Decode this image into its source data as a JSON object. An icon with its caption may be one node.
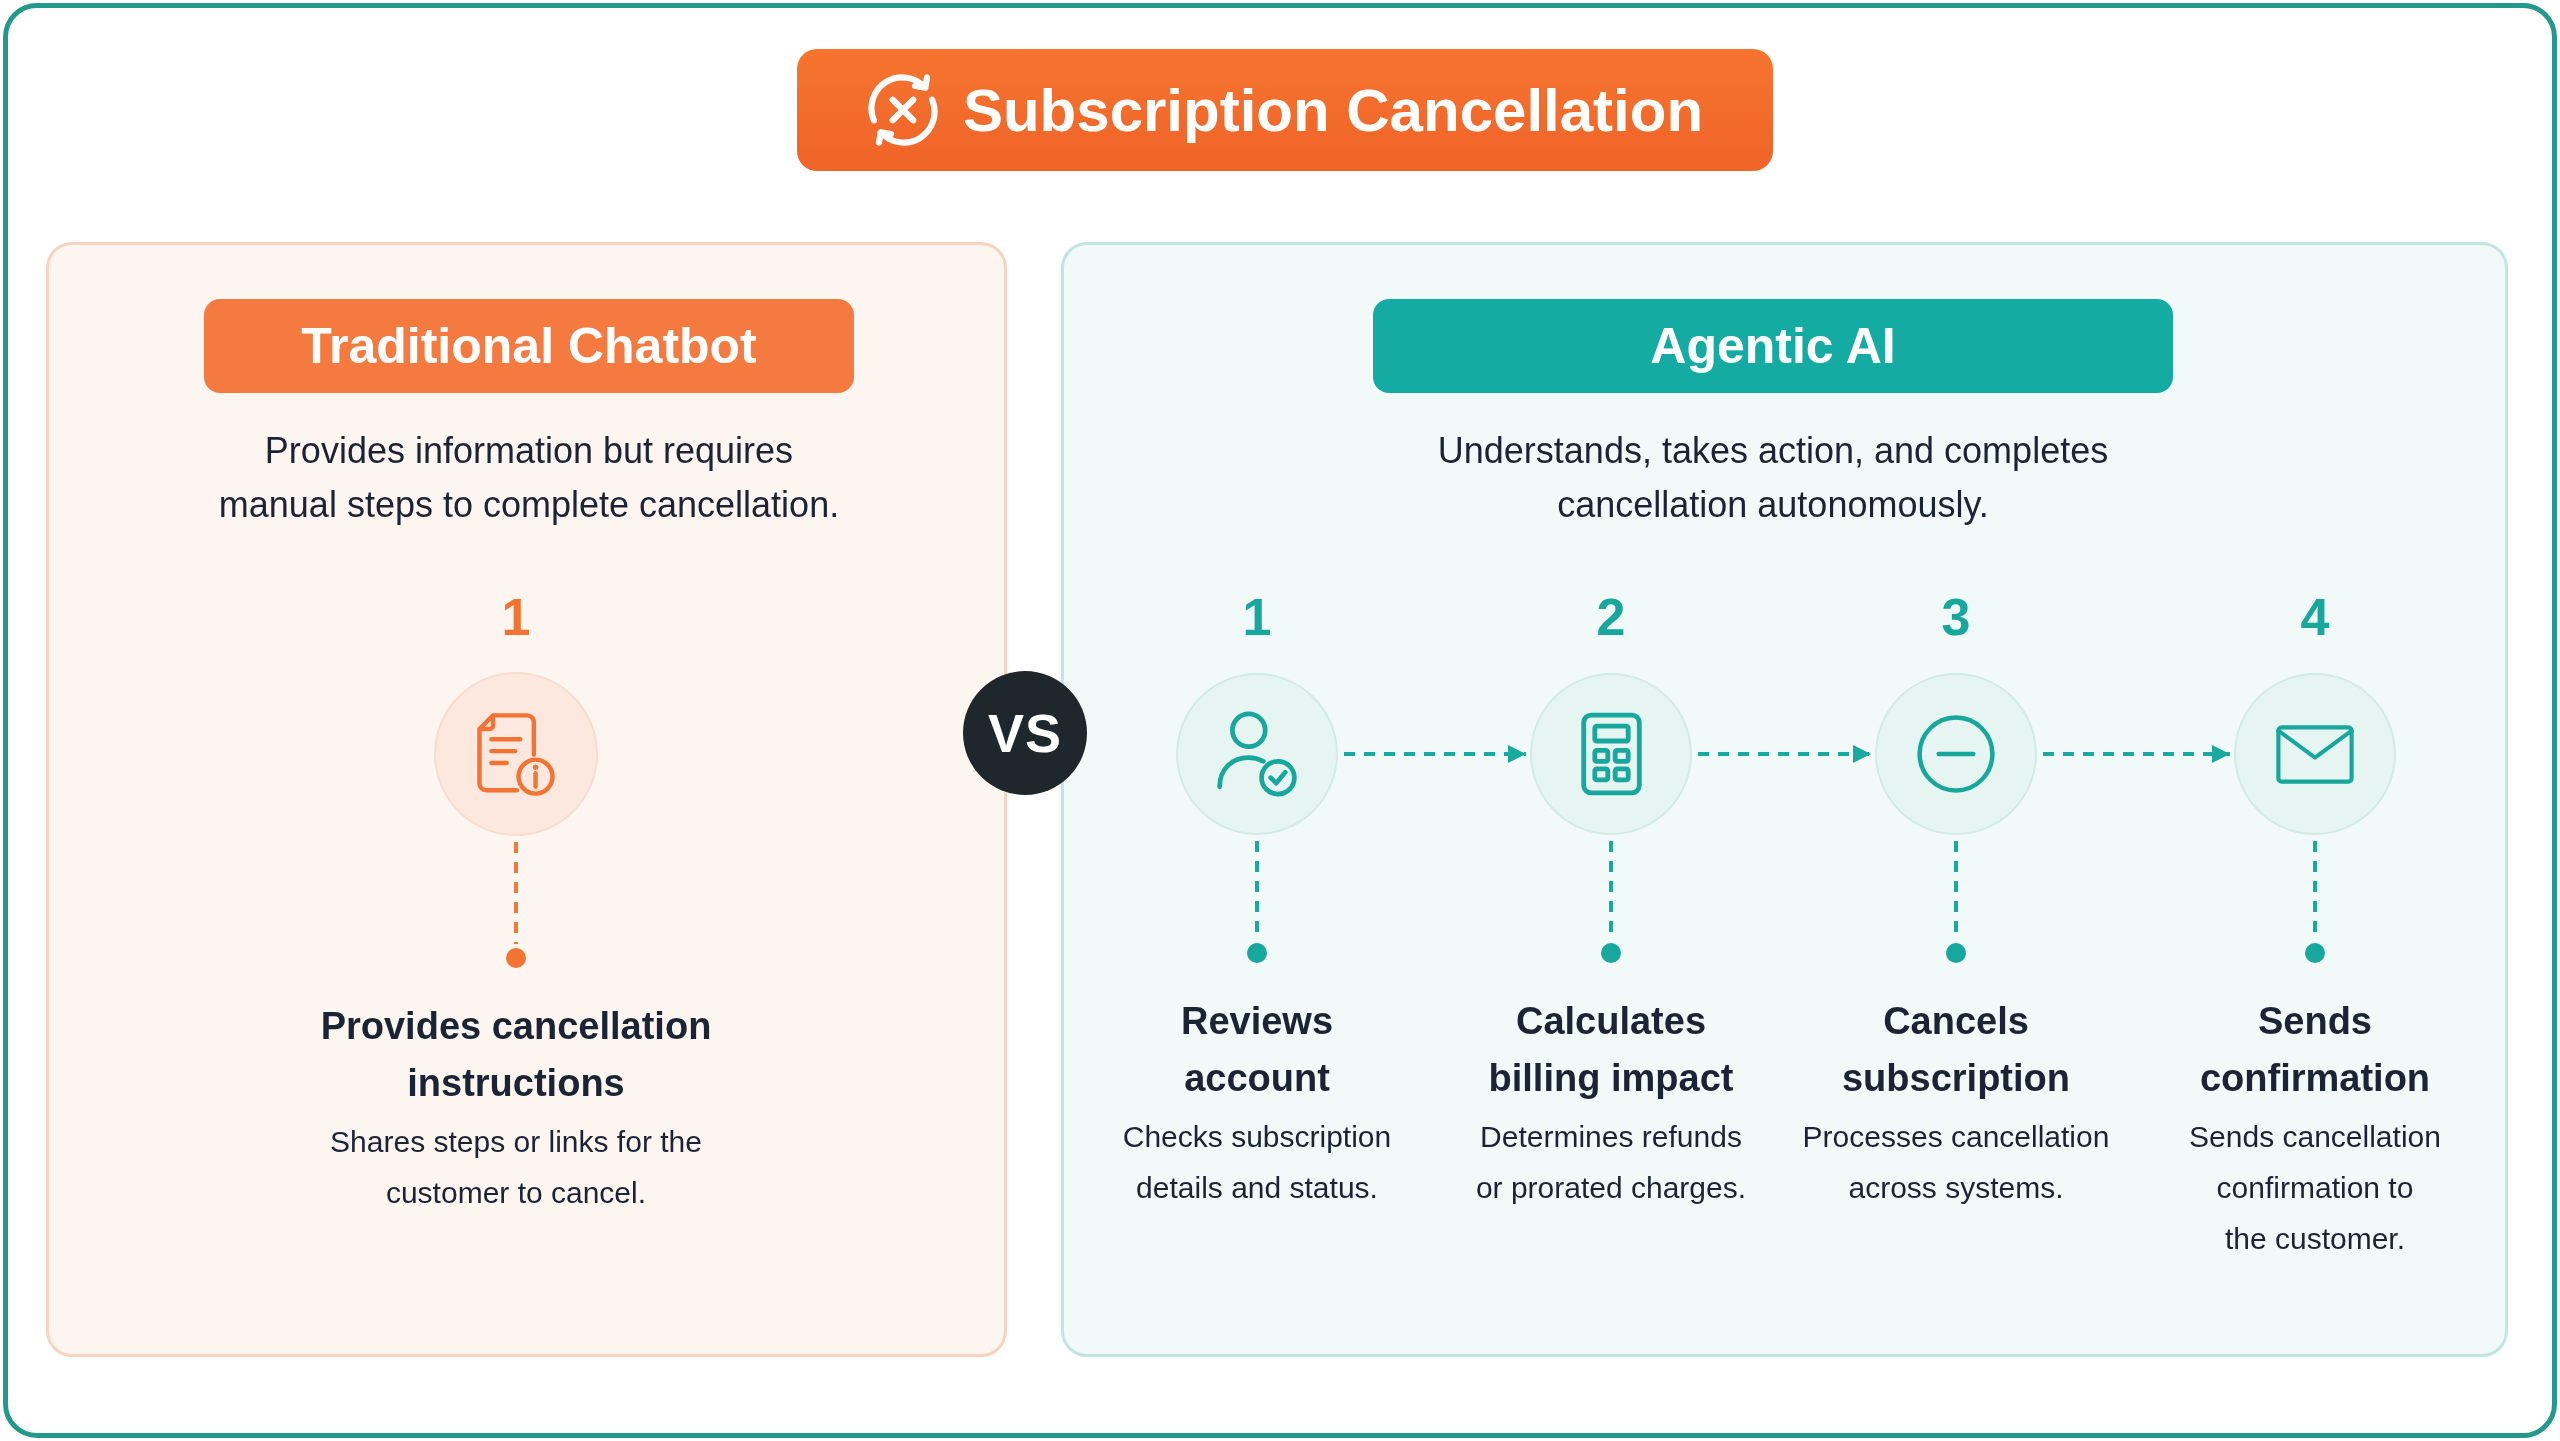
{
  "diagram": {
    "title": "Subscription Cancellation",
    "nodes": [
      {
        "text": [
          "Provides information but requires manual steps to complete cancellation."
        ]
      },
      {
        "text": [
          "Traditional Chatbot"
        ],
        "in": 0
      },
      {
        "text": [],
        "shape": "circle",
        "in": 0,
        "beside": [
          "1"
        ]
      },
      {
        "text": [],
        "shape": "circle",
        "in": 0,
        "beside": [
          "Provides cancellation instructions",
          "Shares steps or links for the customer to cancel."
        ]
      },
      {
        "text": [
          "VS"
        ]
      },
      {
        "text": [
          "Understands, takes action, and completes cancellation autonomously."
        ]
      },
      {
        "text": [
          "Agentic AI"
        ],
        "in": 5
      },
      {
        "text": [],
        "shape": "circle",
        "in": 5,
        "beside": [
          "1"
        ]
      },
      {
        "text": [],
        "shape": "circle",
        "in": 5,
        "beside": [
          "Reviews account",
          "Checks subscription details and status."
        ]
      },
      {
        "text": [],
        "shape": "circle",
        "in": 5,
        "beside": [
          "2"
        ]
      },
      {
        "text": [],
        "shape": "circle",
        "in": 5,
        "beside": [
          "Calculates billing impact",
          "Determines refunds or prorated charges."
        ]
      },
      {
        "text": [],
        "shape": "circle",
        "in": 5,
        "beside": [
          "3"
        ]
      },
      {
        "text": [],
        "shape": "circle",
        "in": 5,
        "beside": [
          "Cancels subscription",
          "Processes cancellation across systems."
        ]
      },
      {
        "text": [],
        "shape": "circle",
        "in": 5,
        "beside": [
          "4"
        ]
      },
      {
        "text": [],
        "shape": "circle",
        "in": 5,
        "beside": [
          "Sends confirmation",
          "Sends cancellation confirmation to the customer."
        ]
      }
    ],
    "edges": [
      {
        "from": 2,
        "to": 3,
        "arrow": "none",
        "style": "dashed",
        "color": "#f07a3c"
      },
      {
        "from": 7,
        "to": 8,
        "arrow": "none",
        "style": "dashed"
      },
      {
        "from": 7,
        "to": 9,
        "arrow": "to",
        "style": "dashed"
      },
      {
        "from": 9,
        "to": 10,
        "arrow": "none",
        "style": "dashed"
      },
      {
        "from": 9,
        "to": 11,
        "arrow": "to",
        "style": "dashed"
      },
      {
        "from": 11,
        "to": 12,
        "arrow": "none",
        "style": "dashed"
      },
      {
        "from": 11,
        "to": 13,
        "arrow": "to",
        "style": "dashed"
      },
      {
        "from": 13,
        "to": 14,
        "arrow": "none",
        "style": "dashed"
      }
    ]
  }
}
